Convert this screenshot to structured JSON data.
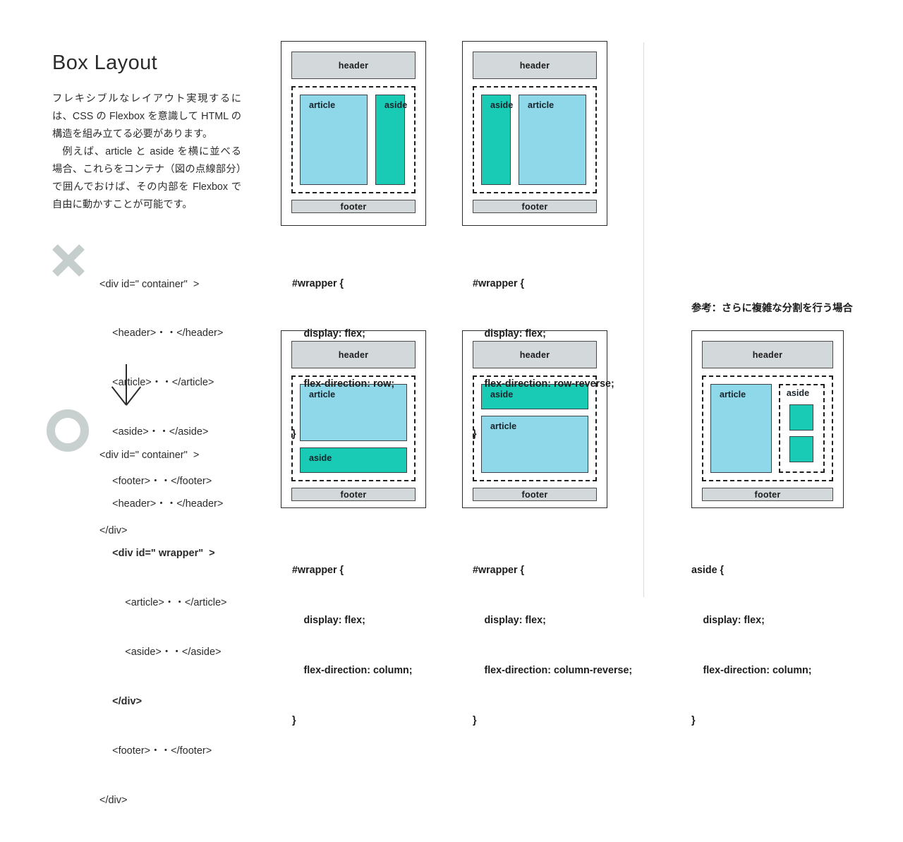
{
  "title": "Box Layout",
  "intro": {
    "p1": "フレキシブルなレイアウト実現するには、CSS の Flexbox を意識して HTML の構造を組み立てる必要があります。",
    "p2": "例えば、article と aside を横に並べる場合、これらをコンテナ（図の点線部分）で囲んでおけば、その内部を Flexbox で自由に動かすことが可能です。"
  },
  "colors": {
    "article": "#8fd8e9",
    "aside": "#19cbb4",
    "bar": "#d3d9db",
    "marker": "#c6cecd",
    "divider": "#d8dcdc"
  },
  "bad_example": {
    "marker": "cross-mark",
    "lines": [
      "<div id=\" container\"  >",
      "<header>・・</header>",
      "<article>・・</article>",
      "<aside>・・</aside>",
      "<footer>・・</footer>",
      "</div>"
    ]
  },
  "good_example": {
    "marker": "circle-mark",
    "lines": [
      "<div id=\" container\"  >",
      "<header>・・</header>",
      "<div id=\" wrapper\"  >",
      "<article>・・</article>",
      "<aside>・・</aside>",
      "</div>",
      "<footer>・・</footer>",
      "</div>"
    ]
  },
  "diagrams": [
    {
      "id": "dg1",
      "header": "header",
      "footer": "footer",
      "boxes": [
        "article",
        "aside"
      ],
      "direction": "row"
    },
    {
      "id": "dg2",
      "header": "header",
      "footer": "footer",
      "boxes": [
        "aside",
        "article"
      ],
      "direction": "row-reverse"
    },
    {
      "id": "dg3",
      "header": "header",
      "footer": "footer",
      "boxes": [
        "article",
        "aside"
      ],
      "direction": "column"
    },
    {
      "id": "dg4",
      "header": "header",
      "footer": "footer",
      "boxes": [
        "aside",
        "article"
      ],
      "direction": "column-reverse"
    },
    {
      "id": "dg5",
      "header": "header",
      "footer": "footer",
      "boxes": [
        "article",
        "aside"
      ],
      "direction": "nested-column",
      "nested_cells": 2
    }
  ],
  "css_blocks": [
    {
      "selector": "#wrapper {",
      "display": "display: flex;",
      "direction": "flex-direction: row;",
      "close": "}"
    },
    {
      "selector": "#wrapper {",
      "display": "display: flex;",
      "direction": "flex-direction: row-reverse;",
      "close": "}"
    },
    {
      "selector": "#wrapper {",
      "display": "display: flex;",
      "direction": "flex-direction: column;",
      "close": "}"
    },
    {
      "selector": "#wrapper {",
      "display": "display: flex;",
      "direction": "flex-direction: column-reverse;",
      "close": "}"
    },
    {
      "selector": "aside {",
      "display": "display: flex;",
      "direction": "flex-direction: column;",
      "close": "}"
    }
  ],
  "note": "参考：さらに複雑な分割を行う場合",
  "labels": {
    "header": "header",
    "footer": "footer",
    "article": "article",
    "aside": "aside"
  }
}
